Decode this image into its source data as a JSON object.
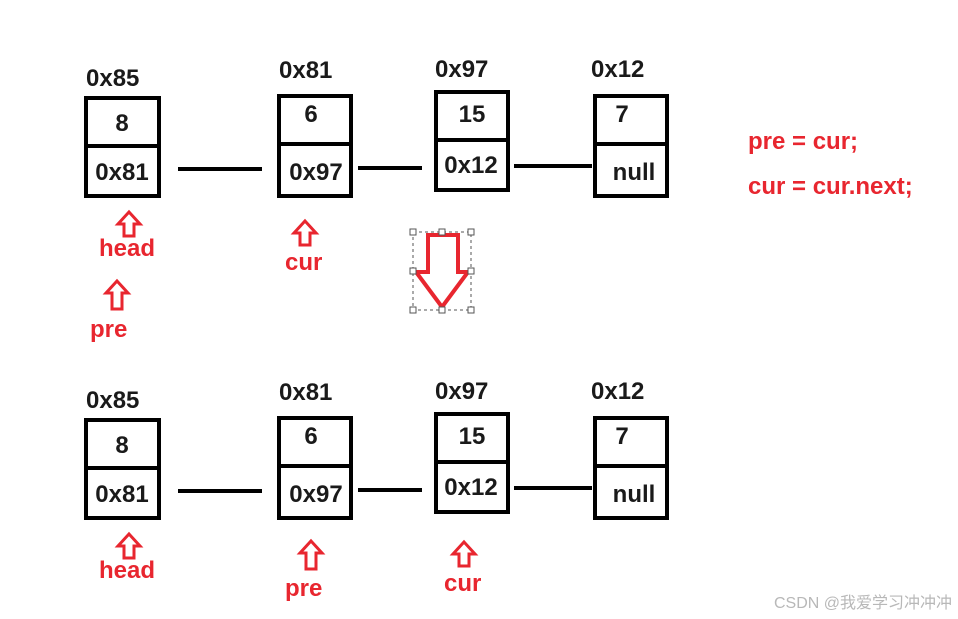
{
  "rows": [
    {
      "nodes": [
        {
          "addr": "0x85",
          "val": "8",
          "next": "0x81"
        },
        {
          "addr": "0x81",
          "val": "6",
          "next": "0x97"
        },
        {
          "addr": "0x97",
          "val": "15",
          "next": "0x12"
        },
        {
          "addr": "0x12",
          "val": "7",
          "next": "null"
        }
      ],
      "pointers": [
        {
          "label": "head",
          "node": 0
        },
        {
          "label": "pre",
          "node": 0
        },
        {
          "label": "cur",
          "node": 1
        }
      ]
    },
    {
      "nodes": [
        {
          "addr": "0x85",
          "val": "8",
          "next": "0x81"
        },
        {
          "addr": "0x81",
          "val": "6",
          "next": "0x97"
        },
        {
          "addr": "0x97",
          "val": "15",
          "next": "0x12"
        },
        {
          "addr": "0x12",
          "val": "7",
          "next": "null"
        }
      ],
      "pointers": [
        {
          "label": "head",
          "node": 0
        },
        {
          "label": "pre",
          "node": 1
        },
        {
          "label": "cur",
          "node": 2
        }
      ]
    }
  ],
  "code": {
    "line1": "pre = cur;",
    "line2": "cur = cur.next;"
  },
  "watermark": "CSDN @我爱学习冲冲冲",
  "colors": {
    "accent": "#e8262f",
    "ink": "#000000"
  }
}
